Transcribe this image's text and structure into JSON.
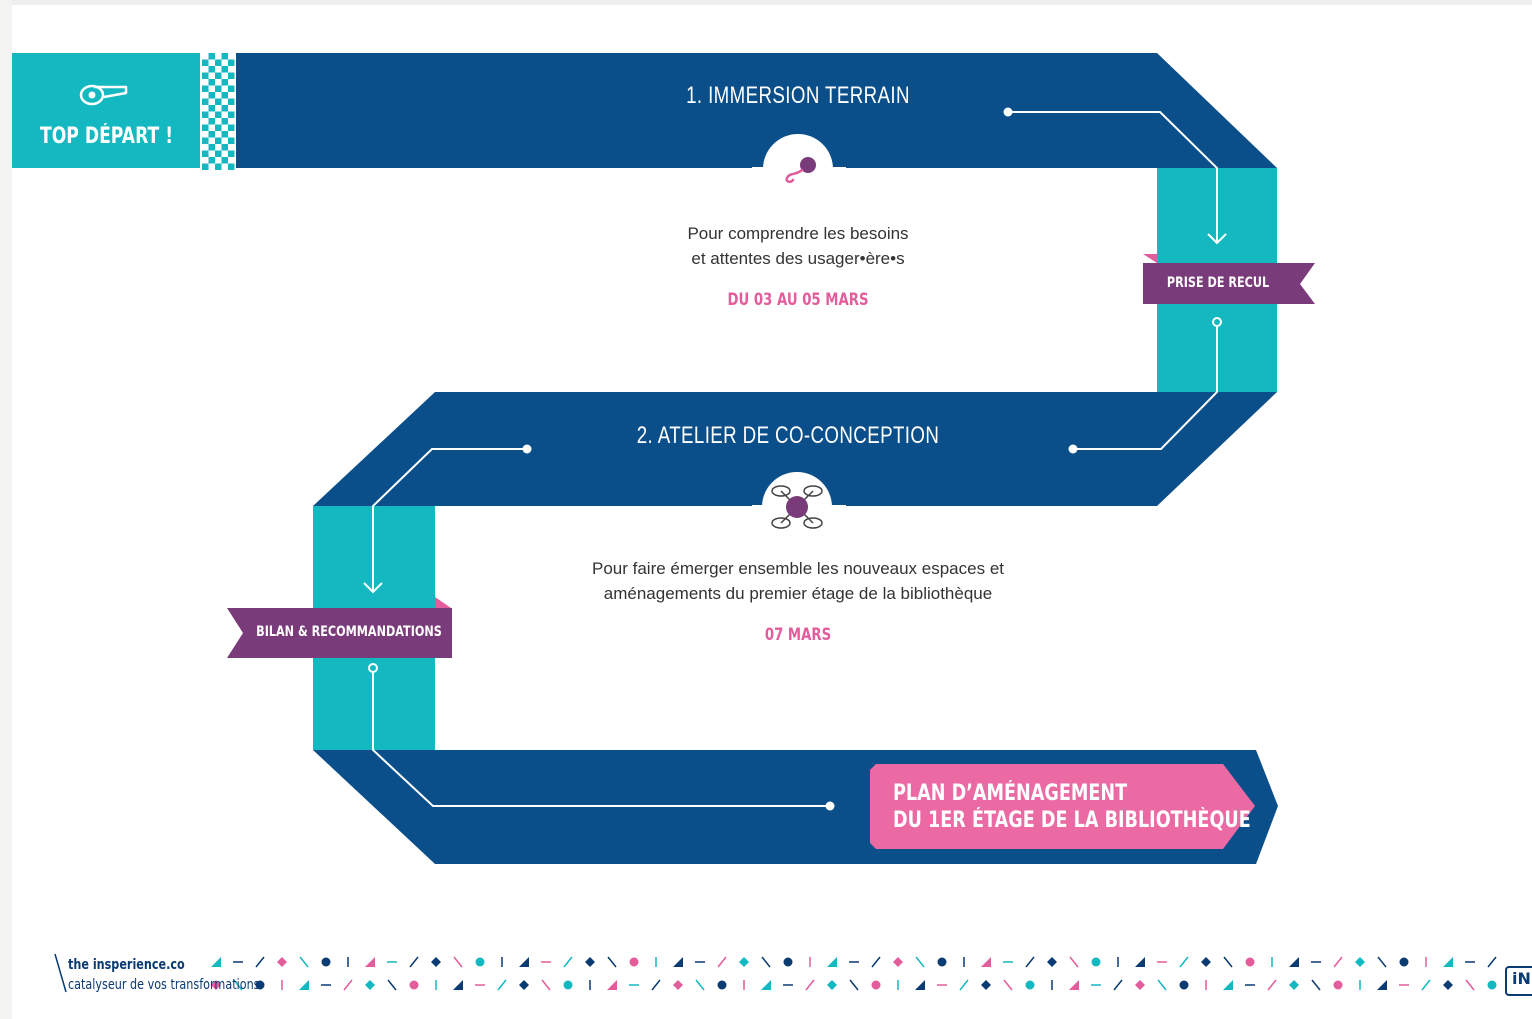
{
  "start": {
    "label": "TOP DÉPART !",
    "icon": "whistle-icon"
  },
  "steps": [
    {
      "title": "1. IMMERSION TERRAIN",
      "description_line1": "Pour comprendre les besoins",
      "description_line2": "et attentes des usager•ère•s",
      "date": "DU 03 AU 05 MARS",
      "icon": "microphone-icon"
    },
    {
      "title": "2. ATELIER DE CO-CONCEPTION",
      "description_line1": "Pour faire émerger ensemble les nouveaux espaces et",
      "description_line2": "aménagements du premier étage de la bibliothèque",
      "date": "07 MARS",
      "icon": "drone-icon"
    }
  ],
  "milestones": {
    "prise_de_recul": "PRISE DE RECUL",
    "bilan": "BILAN & RECOMMANDATIONS"
  },
  "goal": {
    "line1": "PLAN D’AMÉNAGEMENT",
    "line2": "DU 1ER ÉTAGE DE LA BIBLIOTHÈQUE"
  },
  "footer": {
    "brand": "the insperience.co",
    "tagline": "catalyseur de vos transformations",
    "logo_text": "iN"
  },
  "colors": {
    "navy": "#0b4f8a",
    "teal": "#13b8c0",
    "purple": "#7a3b7a",
    "pink": "#ec6aa3",
    "date_pink": "#e35c9b"
  }
}
